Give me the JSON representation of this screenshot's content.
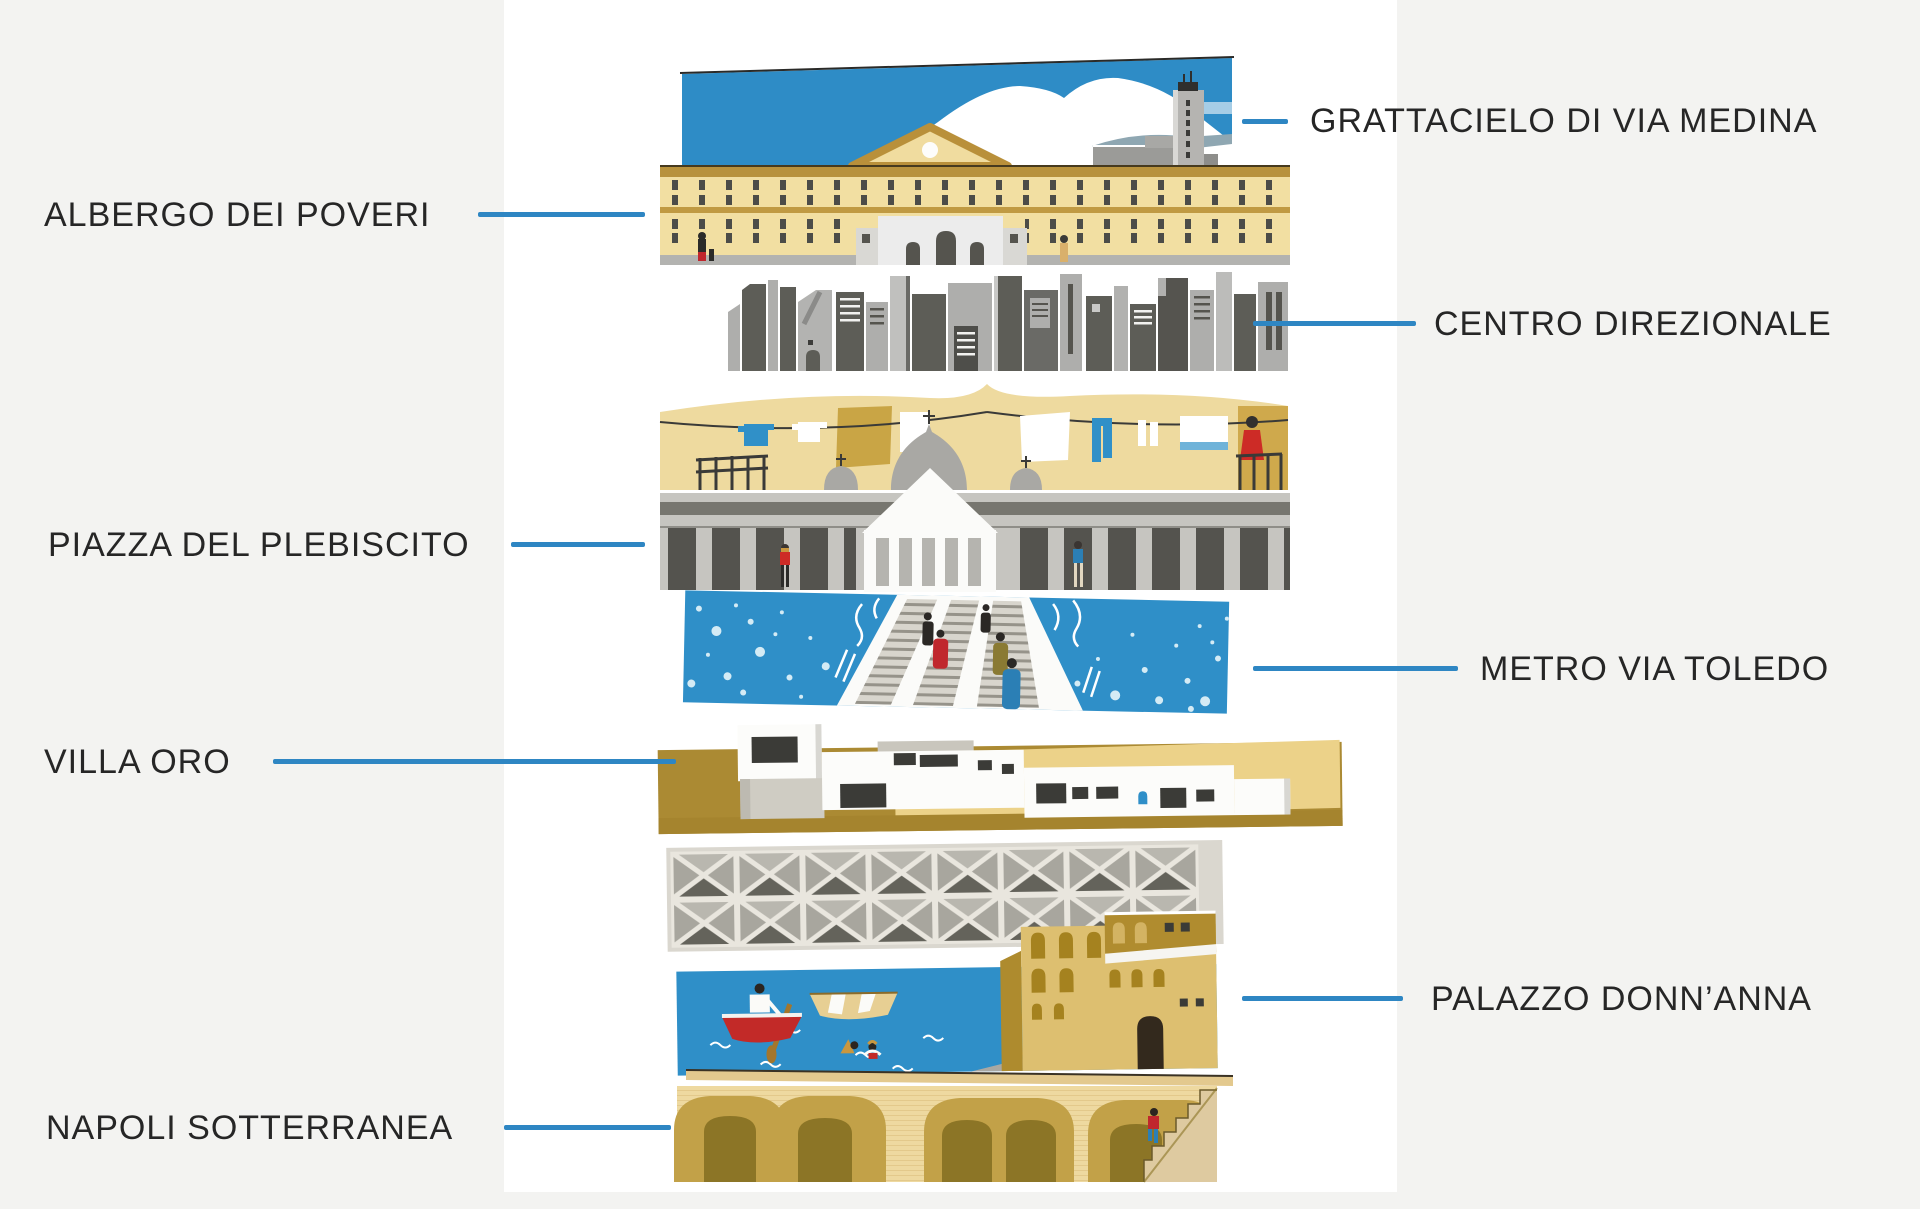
{
  "page": {
    "background_color": "#f3f3f1",
    "panel_color": "#ffffff",
    "leader_line_color": "#2e86c3",
    "label_text_color": "#262626"
  },
  "labels": [
    {
      "id": "grattacielo",
      "text": "GRATTACIELO DI VIA MEDINA",
      "side": "right"
    },
    {
      "id": "albergo",
      "text": "ALBERGO DEI POVERI",
      "side": "left"
    },
    {
      "id": "centro",
      "text": "CENTRO DIREZIONALE",
      "side": "right"
    },
    {
      "id": "piazza",
      "text": "PIAZZA DEL PLEBISCITO",
      "side": "left"
    },
    {
      "id": "metro",
      "text": "METRO VIA TOLEDO",
      "side": "right"
    },
    {
      "id": "villa",
      "text": "VILLA ORO",
      "side": "left"
    },
    {
      "id": "palazzo",
      "text": "PALAZZO DONN’ANNA",
      "side": "right"
    },
    {
      "id": "napoli",
      "text": "NAPOLI SOTTERRANEA",
      "side": "left"
    }
  ],
  "illustration": {
    "strips": [
      "sky-vesuvius-grattacielo",
      "albergo-dei-poveri-facade",
      "centro-direzionale-skyline",
      "rooftops-laundry-domes",
      "piazza-del-plebiscito-colonnade",
      "metro-via-toledo-escalators",
      "villa-oro-hillside",
      "lattice-viaduct",
      "sea-boats-palazzo-donnanna",
      "napoli-sotterranea-arches"
    ],
    "palette": {
      "sky_blue": "#2f8fc8",
      "cream": "#f2dfa2",
      "gold": "#c19a43",
      "olive": "#ab8a33",
      "tan_wall": "#eed9a0",
      "gray_light": "#aeaeac",
      "gray_dark": "#5d5d57",
      "accent_red": "#c0272d",
      "denim_blue": "#2b7fb5"
    }
  }
}
